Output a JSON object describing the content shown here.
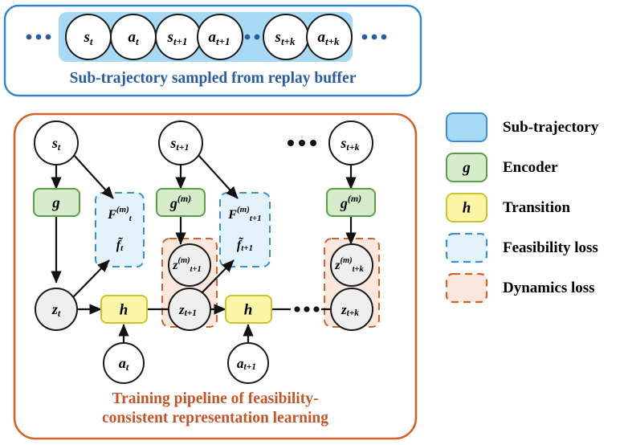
{
  "figure": {
    "title_top_panel": "Sub-trajectory sampled from replay buffer",
    "title_bottom_panel_line1": "Training pipeline of feasibility-",
    "title_bottom_panel_line2": "consistent representation learning"
  },
  "colors": {
    "subtrajectory_fill": "#a8d9f5",
    "subtrajectory_border": "#3d8fd1",
    "panel_blue_border": "#2f86cf",
    "panel_orange_border": "#d1622a",
    "encoder_fill": "#d6ecca",
    "encoder_border": "#5a9e46",
    "transition_fill": "#fbf5a8",
    "transition_border": "#cbc32f",
    "feasibility_fill": "#e3f2fb",
    "feasibility_border": "#3d8fd1",
    "dynamics_fill": "#fbe7dd",
    "dynamics_border": "#d1622a",
    "node_fill_white": "#ffffff",
    "node_fill_gray": "#efefef",
    "node_border": "#1a1a1a",
    "caption_blue": "#2a5d9f",
    "caption_orange": "#c4552a",
    "arrow": "#111111"
  },
  "top_panel": {
    "leading_ellipsis": "•••",
    "trailing_ellipsis": "•••",
    "mid_ellipsis": "•••",
    "nodes": [
      {
        "id": "s_t",
        "base": "s",
        "sub": "t"
      },
      {
        "id": "a_t",
        "base": "a",
        "sub": "t"
      },
      {
        "id": "s_t1",
        "base": "s",
        "sub": "t+1"
      },
      {
        "id": "a_t1",
        "base": "a",
        "sub": "t+1"
      },
      {
        "id": "s_tk",
        "base": "s",
        "sub": "t+k"
      },
      {
        "id": "a_tk",
        "base": "a",
        "sub": "t+k"
      }
    ]
  },
  "pipeline": {
    "ellipsis_top": "•••",
    "ellipsis_mid": "•••",
    "columns": [
      {
        "key": "t",
        "state": {
          "base": "s",
          "sub": "t"
        },
        "encoder": {
          "base": "g",
          "sup": ""
        },
        "latent_m": null,
        "latent": {
          "base": "z",
          "sub": "t"
        },
        "transition": {
          "base": "h"
        },
        "action": {
          "base": "a",
          "sub": "t"
        },
        "feasibility": {
          "line1_base": "F",
          "line1_sub": "t",
          "line1_sup": "(m)",
          "line2_base": "f̃",
          "line2_sub": "t"
        }
      },
      {
        "key": "t+1",
        "state": {
          "base": "s",
          "sub": "t+1"
        },
        "encoder": {
          "base": "g",
          "sup": "(m)"
        },
        "latent_m": {
          "base": "z",
          "sub": "t+1",
          "sup": "(m)"
        },
        "latent": {
          "base": "z",
          "sub": "t+1"
        },
        "transition": {
          "base": "h"
        },
        "action": {
          "base": "a",
          "sub": "t+1"
        },
        "feasibility": {
          "line1_base": "F",
          "line1_sub": "t+1",
          "line1_sup": "(m)",
          "line2_base": "f̃",
          "line2_sub": "t+1"
        }
      },
      {
        "key": "t+k",
        "state": {
          "base": "s",
          "sub": "t+k"
        },
        "encoder": {
          "base": "g",
          "sup": "(m)"
        },
        "latent_m": {
          "base": "z",
          "sub": "t+k",
          "sup": "(m)"
        },
        "latent": {
          "base": "z",
          "sub": "t+k"
        },
        "transition": null,
        "action": null,
        "feasibility": null
      }
    ]
  },
  "legend": {
    "items": [
      {
        "key": "subtrajectory",
        "label": "Sub-trajectory",
        "swatch_text": "",
        "style": "solid-blue"
      },
      {
        "key": "encoder",
        "label": "Encoder",
        "swatch_text": "g",
        "style": "solid-green"
      },
      {
        "key": "transition",
        "label": "Transition",
        "swatch_text": "h",
        "style": "solid-yellow"
      },
      {
        "key": "feasibility",
        "label": "Feasibility loss",
        "swatch_text": "",
        "style": "dashed-blue"
      },
      {
        "key": "dynamics",
        "label": "Dynamics loss",
        "swatch_text": "",
        "style": "dashed-orange"
      }
    ]
  }
}
